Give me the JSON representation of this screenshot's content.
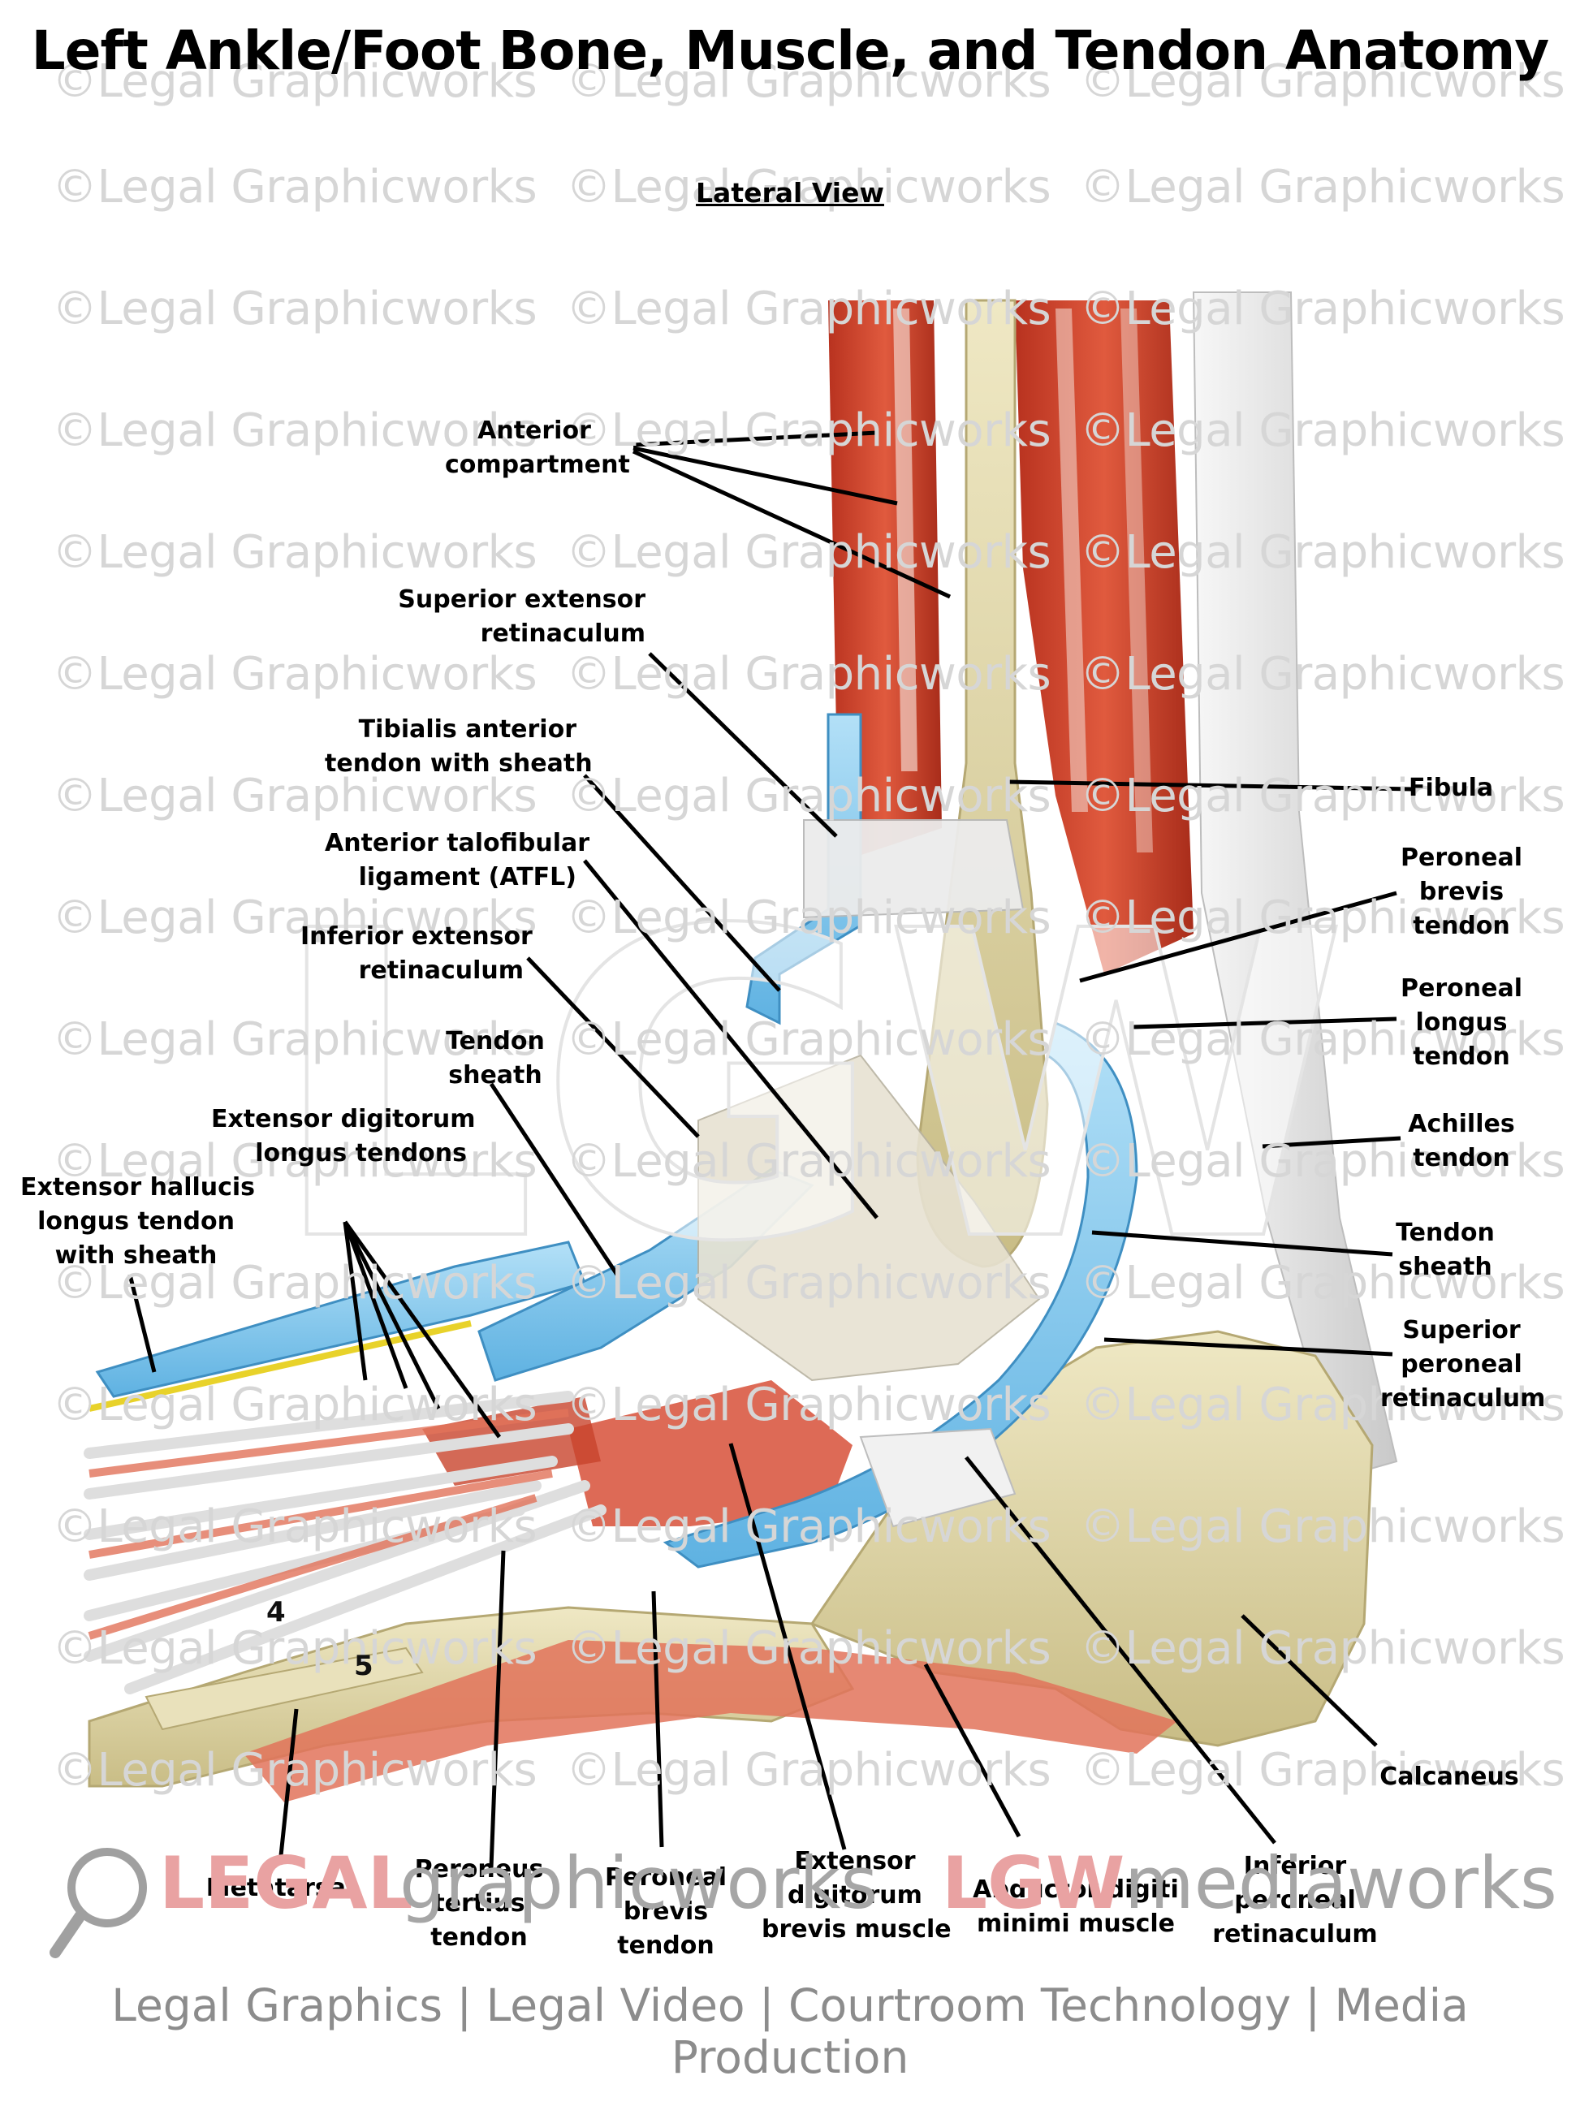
{
  "title": "Left Ankle/Foot Bone, Muscle, and Tendon Anatomy",
  "subtitle": "Lateral View",
  "watermark_text": "©Legal Graphicworks",
  "labels": {
    "anterior_compartment": [
      "Anterior",
      "compartment"
    ],
    "superior_extensor_retinaculum": [
      "Superior extensor",
      "retinaculum"
    ],
    "tibialis_anterior": [
      "Tibialis anterior",
      "tendon with sheath"
    ],
    "atfl": [
      "Anterior talofibular",
      "ligament (ATFL)"
    ],
    "inferior_extensor_retinaculum": [
      "Inferior extensor",
      "retinaculum"
    ],
    "tendon_sheath_left": [
      "Tendon",
      "sheath"
    ],
    "extensor_digitorum_longus": [
      "Extensor digitorum",
      "longus tendons"
    ],
    "extensor_hallucis_longus": [
      "Extensor hallucis",
      "longus tendon",
      "with sheath"
    ],
    "fibula": [
      "Fibula"
    ],
    "peroneal_brevis_tendon_right": [
      "Peroneal",
      "brevis",
      "tendon"
    ],
    "peroneal_longus_tendon": [
      "Peroneal",
      "longus",
      "tendon"
    ],
    "achilles_tendon": [
      "Achilles",
      "tendon"
    ],
    "tendon_sheath_right": [
      "Tendon",
      "sheath"
    ],
    "superior_peroneal_retinaculum": [
      "Superior",
      "peroneal",
      "retinaculum"
    ],
    "calcaneus": [
      "Calcaneus"
    ],
    "metatarsal": [
      "Metatarsal"
    ],
    "peroneus_tertius": [
      "Peroneus",
      "tertius",
      "tendon"
    ],
    "peroneal_brevis_tendon_bottom": [
      "Peroneal",
      "brevis",
      "tendon"
    ],
    "extensor_digitorum_brevis": [
      "Extensor",
      "digitorum",
      "brevis muscle"
    ],
    "abductor_digiti_minimi": [
      "Abductor digiti",
      "minimi muscle"
    ],
    "inferior_peroneal_retinaculum": [
      "Inferior",
      "peroneal",
      "retinaculum"
    ]
  },
  "metatarsal_numbers": [
    "4",
    "5"
  ],
  "brand": {
    "legal": "LEGAL",
    "graphicworks": "graphicworks",
    "lgw": "LGW",
    "mediaworks": "mediaworks"
  },
  "footer": "Legal Graphics | Legal Video | Courtroom Technology | Media Production",
  "colors": {
    "muscle": "#c8432c",
    "tendon_sheath": "#8ecdf0",
    "bone": "#ddd3a4",
    "tendon": "#e6e6e6",
    "brand_red": "#e88c8c",
    "brand_gray": "#9a9a9a"
  }
}
